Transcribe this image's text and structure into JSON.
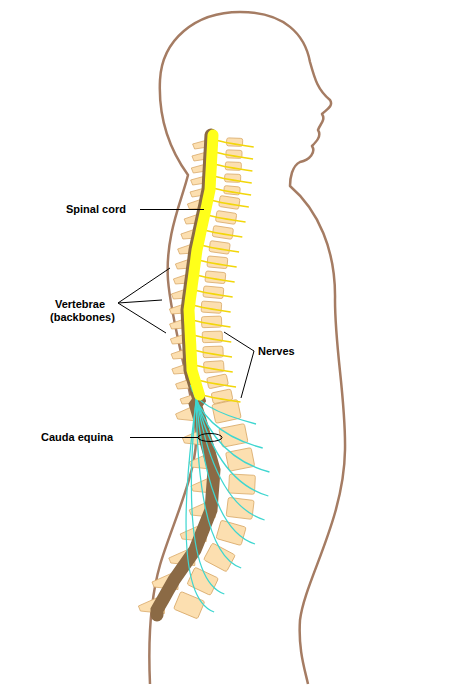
{
  "diagram": {
    "labels": [
      "Spinal cord",
      "Vertebrae (backbones)",
      "Nerves",
      "Cauda equina"
    ]
  }
}
